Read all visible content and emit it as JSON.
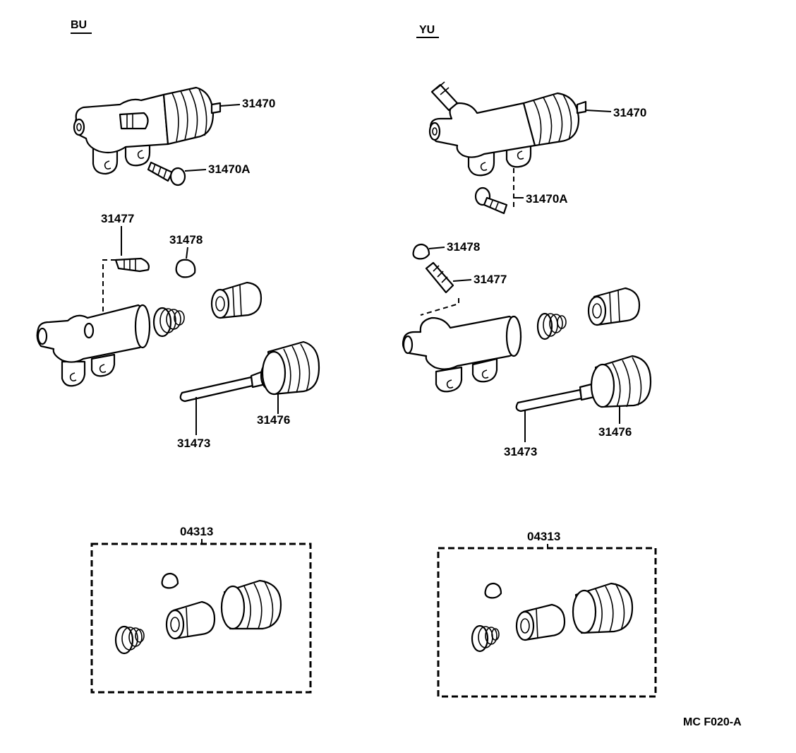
{
  "sections": {
    "left": {
      "title": "BU"
    },
    "right": {
      "title": "YU"
    }
  },
  "parts": {
    "clutch_release_cylinder": "31470",
    "bolt": "31470A",
    "bleeder_plug": "31477",
    "bleeder_cap": "31478",
    "push_rod": "31473",
    "boot": "31476",
    "repair_kit": "04313"
  },
  "footer": {
    "code": "MC F020-A"
  }
}
